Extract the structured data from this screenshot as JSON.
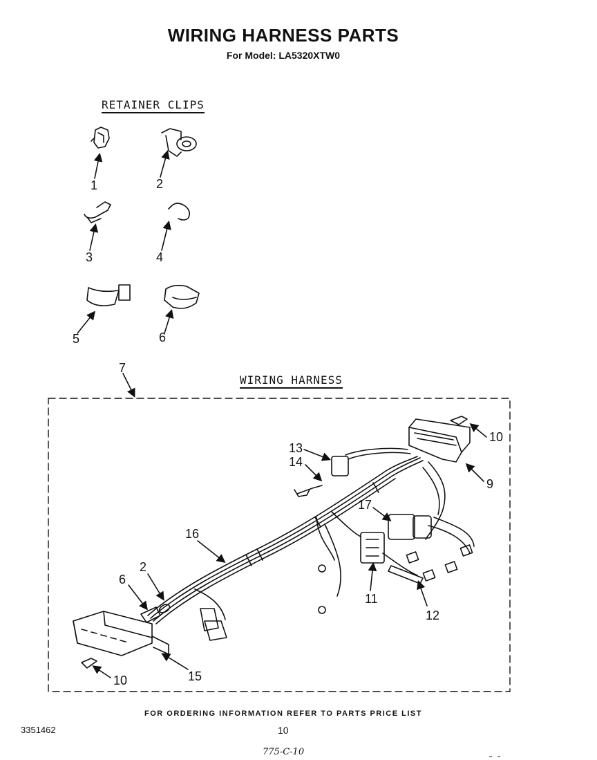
{
  "header": {
    "title": "WIRING HARNESS PARTS",
    "subtitle": "For Model: LA5320XTW0"
  },
  "retainer_clips": {
    "heading": "RETAINER CLIPS",
    "callouts": [
      "1",
      "2",
      "3",
      "4",
      "5",
      "6"
    ]
  },
  "wiring_harness": {
    "heading": "WIRING HARNESS",
    "assembly_callout": "7",
    "callouts": {
      "c10_top": "10",
      "c9": "9",
      "c13": "13",
      "c14": "14",
      "c17": "17",
      "c16": "16",
      "c11": "11",
      "c12": "12",
      "c2": "2",
      "c6": "6",
      "c15": "15",
      "c10_bottom": "10"
    }
  },
  "footer": {
    "ordering_note": "FOR ORDERING INFORMATION REFER TO PARTS PRICE LIST",
    "doc_number": "3351462",
    "page_number": "10",
    "handwritten_code": "775-C-10"
  }
}
